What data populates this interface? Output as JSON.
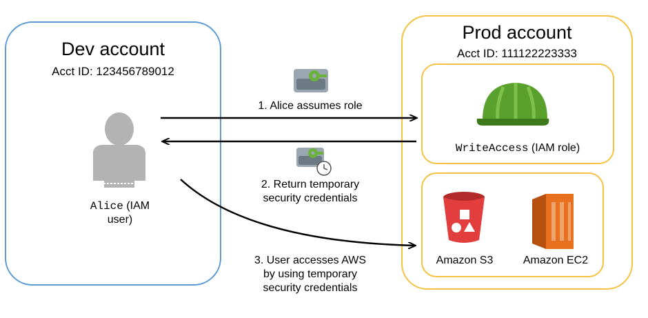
{
  "dev": {
    "title": "Dev account",
    "acct_id": "Acct ID: 123456789012",
    "user_name": "Alice",
    "user_type_1": " (IAM",
    "user_type_2": "user)"
  },
  "prod": {
    "title": "Prod account",
    "acct_id": "Acct ID: 111122223333",
    "role_name": "WriteAccess",
    "role_type": " (IAM role)",
    "services": [
      "Amazon S3",
      "Amazon EC2"
    ]
  },
  "steps": {
    "step1": "1. Alice assumes role",
    "step2_line1": "2. Return temporary",
    "step2_line2": "security credentials",
    "step3_line1": "3. User accesses AWS",
    "step3_line2": "by using temporary",
    "step3_line3": "security credentials"
  },
  "colors": {
    "dev_border": "#5b9bd5",
    "prod_border": "#f5c242",
    "helmet": "#5aa02c",
    "s3": "#e23e3e",
    "ec2": "#e8711f",
    "user": "#b3b3b3"
  }
}
